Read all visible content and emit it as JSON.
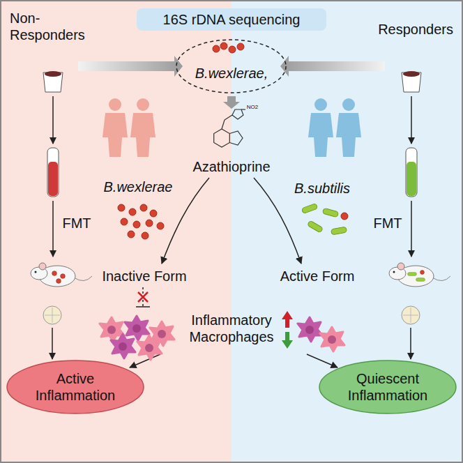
{
  "diagram": {
    "nodes": [
      {
        "text": [
          "Non-Responders"
        ]
      },
      {
        "text": [
          "Responders"
        ]
      },
      {
        "text": [
          "16S rDNA sequencing"
        ]
      },
      {
        "text": [
          "B.wexlerae,"
        ]
      },
      {
        "text": [
          "Active Inflammation"
        ]
      },
      {
        "text": [
          "Quiescent Inflammation"
        ]
      }
    ],
    "labels": [
      "FMT",
      "FMT",
      "B.wexlerae",
      "B.subtilis",
      "Azathioprine",
      "NO2",
      "Inactive Form",
      "Active Form",
      "Inflammatory Macrophages"
    ]
  }
}
